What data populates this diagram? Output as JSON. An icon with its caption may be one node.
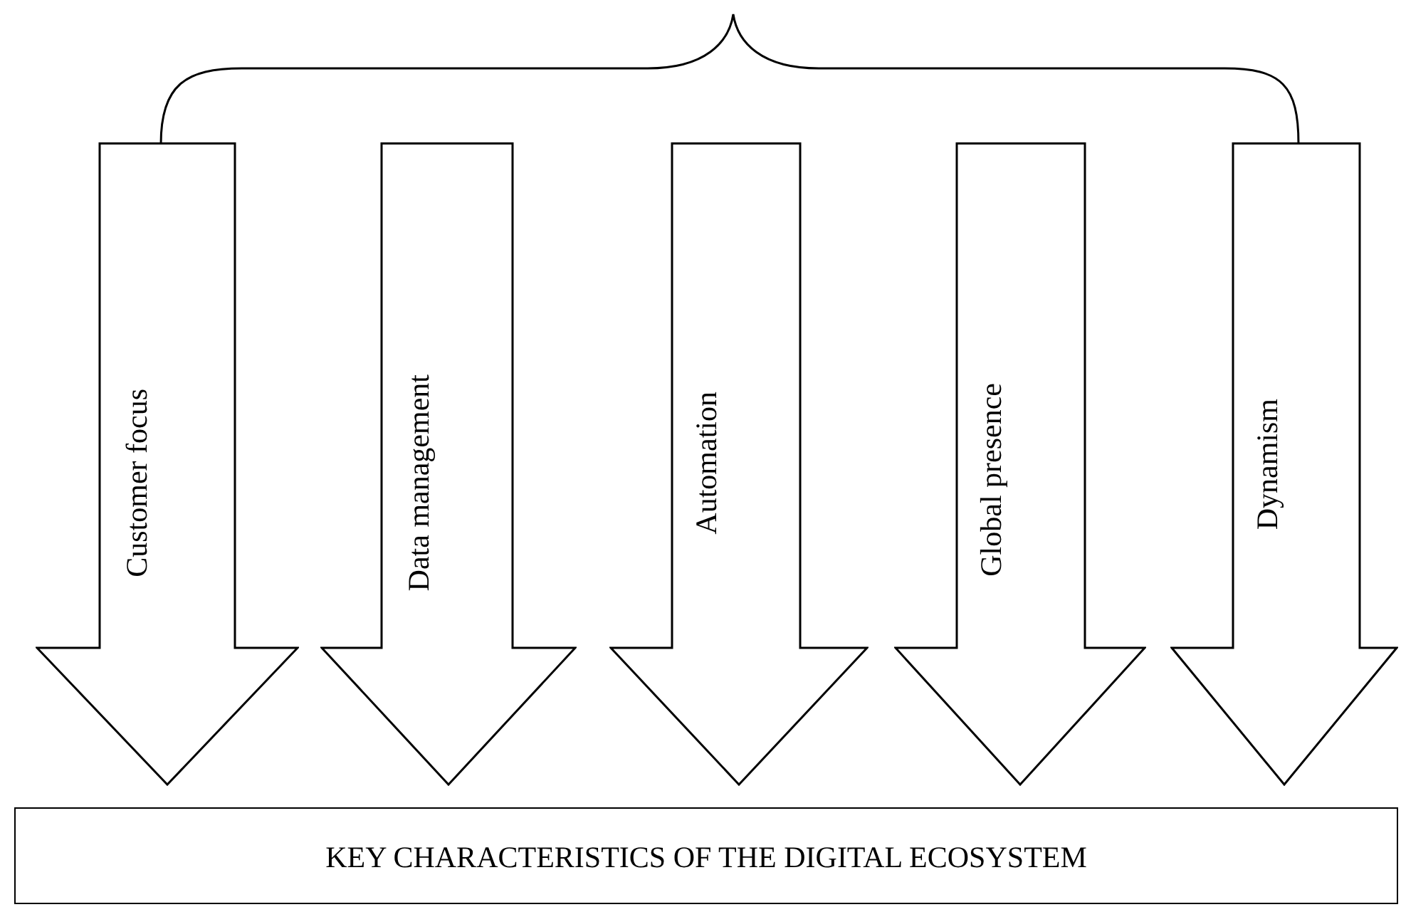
{
  "diagram": {
    "nodes": [
      {
        "text": [
          "Customer focus"
        ]
      },
      {
        "text": [
          "Data management"
        ]
      },
      {
        "text": [
          "Automation"
        ]
      },
      {
        "text": [
          "Global presence"
        ]
      },
      {
        "text": [
          "Dynamism"
        ]
      },
      {
        "text": [
          "KEY CHARACTERISTICS OF THE DIGITAL ECOSYSTEM"
        ]
      }
    ]
  }
}
